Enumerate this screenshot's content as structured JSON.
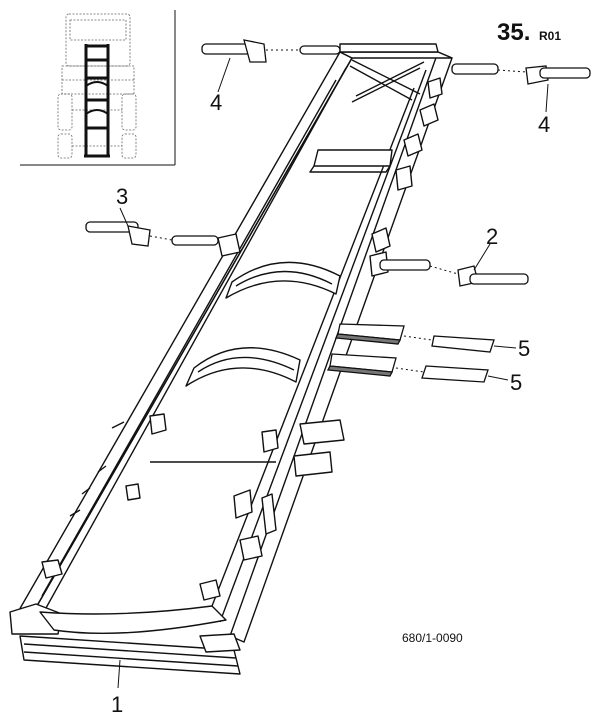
{
  "section": {
    "number": "35.",
    "suffix": "R01"
  },
  "reference": "680/1-0090",
  "callouts": {
    "part_1": "1",
    "part_2": "2",
    "part_3": "3",
    "part_4_left": "4",
    "part_4_right": "4",
    "part_5_upper": "5",
    "part_5_lower": "5"
  },
  "colors": {
    "ink": "#111111",
    "paper": "#ffffff",
    "inset_highlight": "#111111"
  }
}
